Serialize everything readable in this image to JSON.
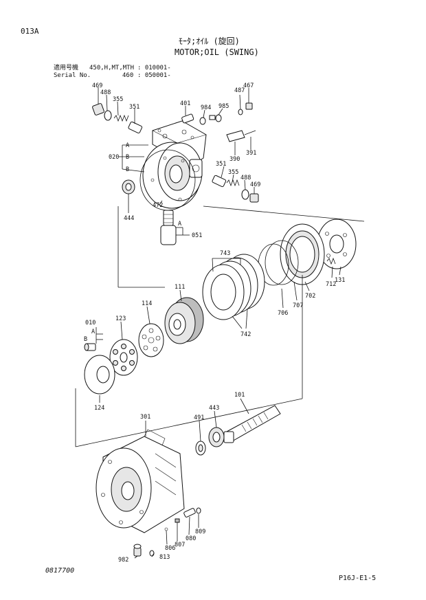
{
  "page": {
    "code": "013A",
    "title_jp": "ﾓｰﾀ;ｵｲﾙ (旋回)",
    "title_en": "MOTOR;OIL (SWING)",
    "serial": {
      "row1_label": "適用号機",
      "row1_models": "450,H,MT,MTH",
      "row1_value": ": 010001-",
      "row2_label": "Serial No.",
      "row2_models": "460",
      "row2_value": ": 050001-"
    },
    "drawing_number": "0817700",
    "page_ref": "P16J-E1-5"
  },
  "callouts": {
    "p469a": "469",
    "p488a": "488",
    "p355a": "355",
    "p351a": "351",
    "p401": "401",
    "p984": "984",
    "p985": "985",
    "p487": "487",
    "p467": "467",
    "p391": "391",
    "p390": "390",
    "p020": "020",
    "mA1": "A",
    "mB1": "B",
    "mB2": "B",
    "p351b": "351",
    "p355b": "355",
    "p488b": "488",
    "p469b": "469",
    "p472": "472",
    "p444": "444",
    "mA2": "A",
    "p051": "051",
    "p743": "743",
    "p131": "131",
    "p712": "712",
    "p702": "702",
    "p707": "707",
    "p706": "706",
    "p742": "742",
    "p111": "111",
    "p114": "114",
    "p123": "123",
    "p010": "010",
    "mA3": "A",
    "mB3": "B",
    "p124": "124",
    "p101": "101",
    "p443": "443",
    "p491": "491",
    "p301": "301",
    "p809": "809",
    "p080": "080",
    "p807": "807",
    "p806": "806",
    "p982": "982",
    "p813": "813"
  }
}
